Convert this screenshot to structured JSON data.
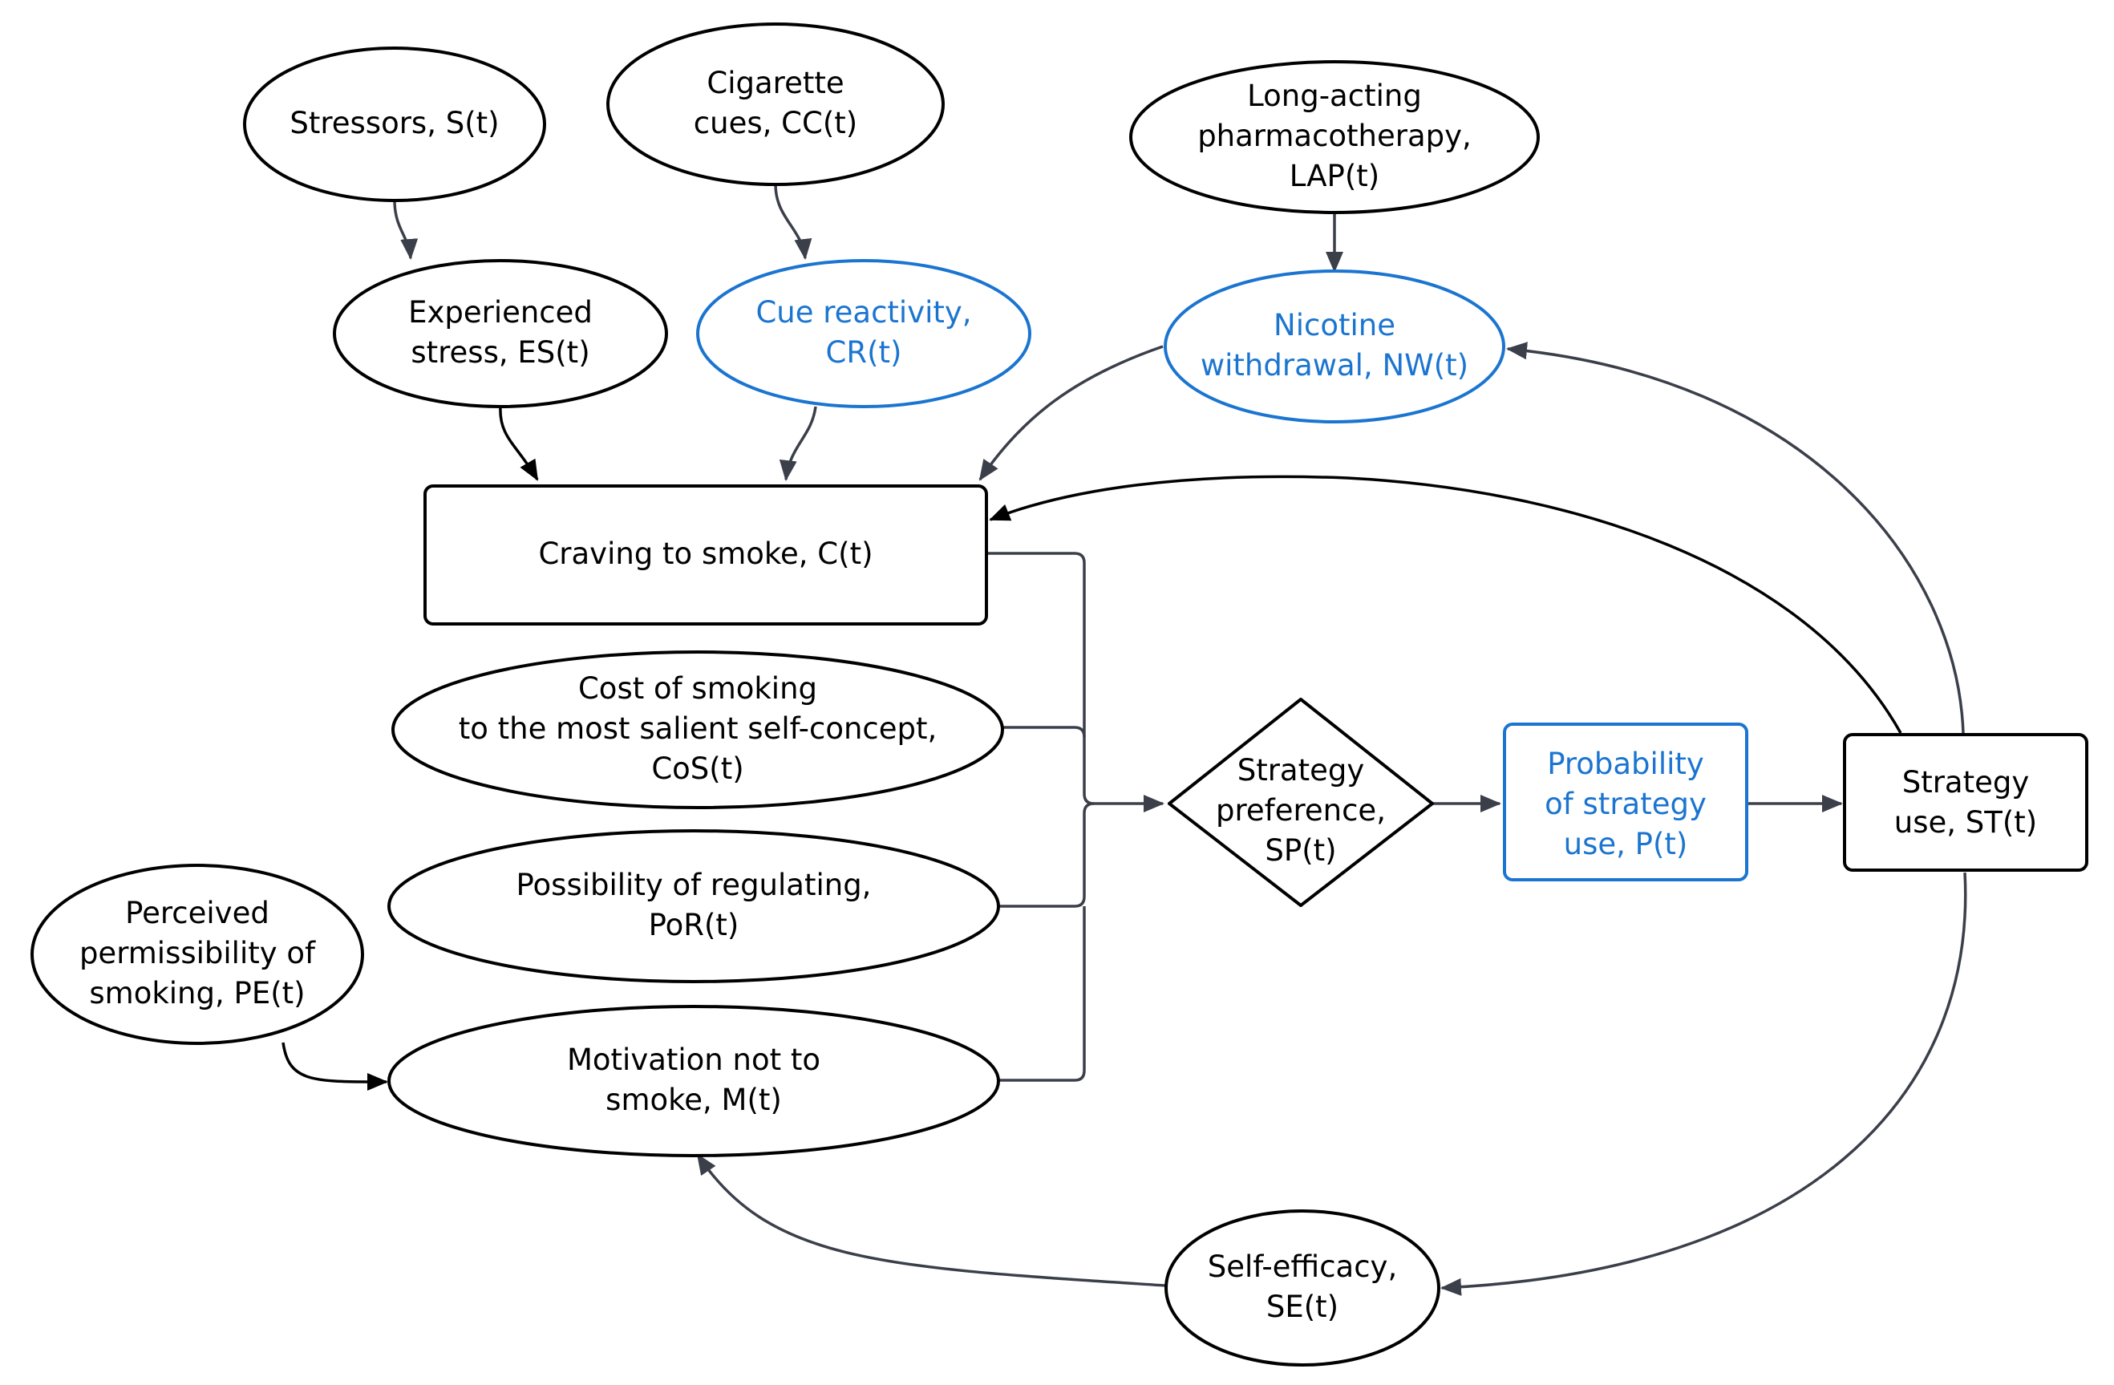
{
  "colors": {
    "black": "#000000",
    "accent": "#1b75d0",
    "edge": "#3b3f4a"
  },
  "nodes": {
    "stressors": {
      "lines": [
        "Stressors, S(t)"
      ],
      "color": "black"
    },
    "cigarette_cues": {
      "lines": [
        "Cigarette",
        "cues, CC(t)"
      ],
      "color": "black"
    },
    "long_acting": {
      "lines": [
        "Long-acting",
        "pharmacotherapy,",
        "LAP(t)"
      ],
      "color": "black"
    },
    "experienced_stress": {
      "lines": [
        "Experienced",
        "stress, ES(t)"
      ],
      "color": "black"
    },
    "cue_reactivity": {
      "lines": [
        "Cue reactivity,",
        "CR(t)"
      ],
      "color": "accent"
    },
    "nicotine_withdrawal": {
      "lines": [
        "Nicotine",
        "withdrawal, NW(t)"
      ],
      "color": "accent"
    },
    "craving": {
      "lines": [
        "Craving to smoke, C(t)"
      ],
      "color": "black"
    },
    "cost_of_smoking": {
      "lines": [
        "Cost of smoking",
        "to the most salient self-concept,",
        "CoS(t)"
      ],
      "color": "black"
    },
    "possibility_regulating": {
      "lines": [
        "Possibility of regulating,",
        "PoR(t)"
      ],
      "color": "black"
    },
    "perceived_permissibility": {
      "lines": [
        "Perceived",
        "permissibility of",
        "smoking, PE(t)"
      ],
      "color": "black"
    },
    "motivation": {
      "lines": [
        "Motivation not to",
        "smoke, M(t)"
      ],
      "color": "black"
    },
    "strategy_preference": {
      "lines": [
        "Strategy",
        "preference,",
        "SP(t)"
      ],
      "color": "black"
    },
    "probability_strategy": {
      "lines": [
        "Probability",
        "of strategy",
        "use, P(t)"
      ],
      "color": "accent"
    },
    "strategy_use": {
      "lines": [
        "Strategy",
        "use, ST(t)"
      ],
      "color": "black"
    },
    "self_efficacy": {
      "lines": [
        "Self-efficacy,",
        "SE(t)"
      ],
      "color": "black"
    }
  }
}
